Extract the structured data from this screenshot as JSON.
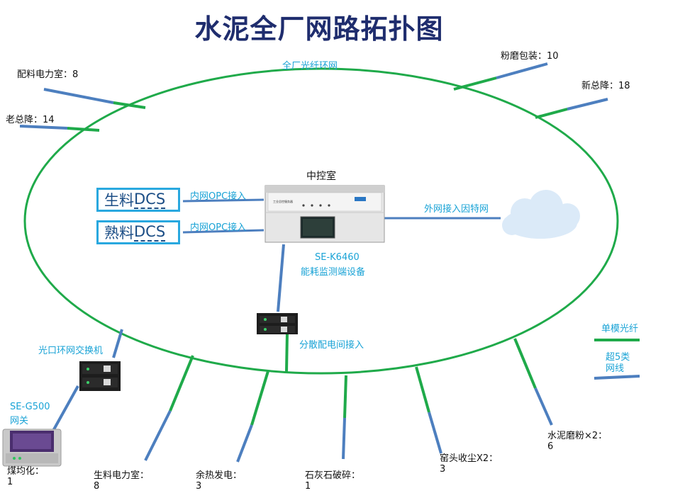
{
  "title": "水泥全厂网路拓扑图",
  "ring_label": "全厂光纤环网",
  "center": {
    "name": "中控室",
    "device_model": "SE-K6460",
    "device_desc": "能耗监测端设备",
    "device_panel_text": "工业总控服务器"
  },
  "dcs": [
    {
      "name_prefix": "生料",
      "name_suffix": "DCS",
      "link_label": "内网OPC接入"
    },
    {
      "name_prefix": "熟料",
      "name_suffix": "DCS",
      "link_label": "内网OPC接入"
    }
  ],
  "internet": {
    "link_label": "外网接入因特网"
  },
  "branch_switch": {
    "label": "分散配电间接入"
  },
  "ring_switch": {
    "label": "光口环网交换机"
  },
  "gateway": {
    "model": "SE-G500",
    "desc": "网关"
  },
  "nodes_top": [
    {
      "name": "配料电力室：",
      "count": "8"
    },
    {
      "name": "老总降：",
      "count": "14"
    },
    {
      "name": "粉磨包装：",
      "count": "10"
    },
    {
      "name": "新总降：",
      "count": "18"
    }
  ],
  "nodes_bottom": [
    {
      "name": "煤均化：",
      "count": "1"
    },
    {
      "name": "生料电力室：",
      "count": "8"
    },
    {
      "name": "余热发电：",
      "count": "3"
    },
    {
      "name": "石灰石破碎：",
      "count": "1"
    },
    {
      "name": "窑头收尘X2：",
      "count": "3"
    },
    {
      "name": "水泥磨粉×2：",
      "count": "6"
    }
  ],
  "legend": {
    "fiber": "单模光纤",
    "cat5_line1": "超5类",
    "cat5_line2": "网线"
  },
  "colors": {
    "fiber": "#1faa4a",
    "cable": "#4d7fbf",
    "title": "#1f2d6e",
    "accent": "#1aa3d6"
  }
}
